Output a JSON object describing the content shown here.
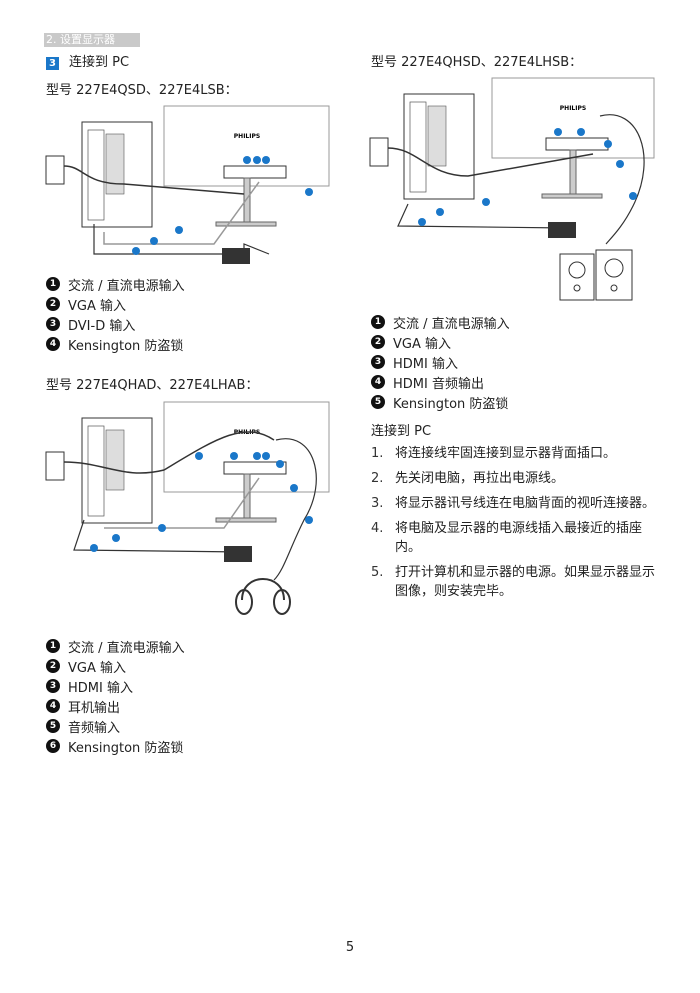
{
  "header": {
    "tab": "2. 设置显示器"
  },
  "section": {
    "number": "3",
    "title": "连接到 PC"
  },
  "brand": "PHILIPS",
  "models": {
    "qsd": {
      "title": "型号 227E4QSD、227E4LSB：",
      "legend": [
        {
          "num": "1",
          "label": "交流 / 直流电源输入"
        },
        {
          "num": "2",
          "label": "VGA 输入"
        },
        {
          "num": "3",
          "label": "DVI-D 输入"
        },
        {
          "num": "4",
          "label": "Kensington 防盗锁"
        }
      ]
    },
    "qhad": {
      "title": "型号 227E4QHAD、227E4LHAB：",
      "legend": [
        {
          "num": "1",
          "label": "交流 / 直流电源输入"
        },
        {
          "num": "2",
          "label": "VGA 输入"
        },
        {
          "num": "3",
          "label": "HDMI 输入"
        },
        {
          "num": "4",
          "label": "耳机输出"
        },
        {
          "num": "5",
          "label": "音频输入"
        },
        {
          "num": "6",
          "label": "Kensington 防盗锁"
        }
      ]
    },
    "qhsd": {
      "title": "型号 227E4QHSD、227E4LHSB：",
      "legend": [
        {
          "num": "1",
          "label": "交流 / 直流电源输入"
        },
        {
          "num": "2",
          "label": "VGA 输入"
        },
        {
          "num": "3",
          "label": "HDMI 输入"
        },
        {
          "num": "4",
          "label": "HDMI 音频输出"
        },
        {
          "num": "5",
          "label": "Kensington 防盗锁"
        }
      ]
    }
  },
  "connect": {
    "title": "连接到 PC",
    "steps": [
      {
        "num": "1.",
        "text": "将连接线牢固连接到显示器背面插口。"
      },
      {
        "num": "2.",
        "text": "先关闭电脑，再拉出电源线。"
      },
      {
        "num": "3.",
        "text": "将显示器讯号线连在电脑背面的视听连接器。"
      },
      {
        "num": "4.",
        "text": "将电脑及显示器的电源线插入最接近的插座内。"
      },
      {
        "num": "5.",
        "text": "打开计算机和显示器的电源。如果显示器显示图像，则安装完毕。"
      }
    ]
  },
  "page_number": "5",
  "colors": {
    "accent": "#1a77c9",
    "cable": "#333333"
  }
}
